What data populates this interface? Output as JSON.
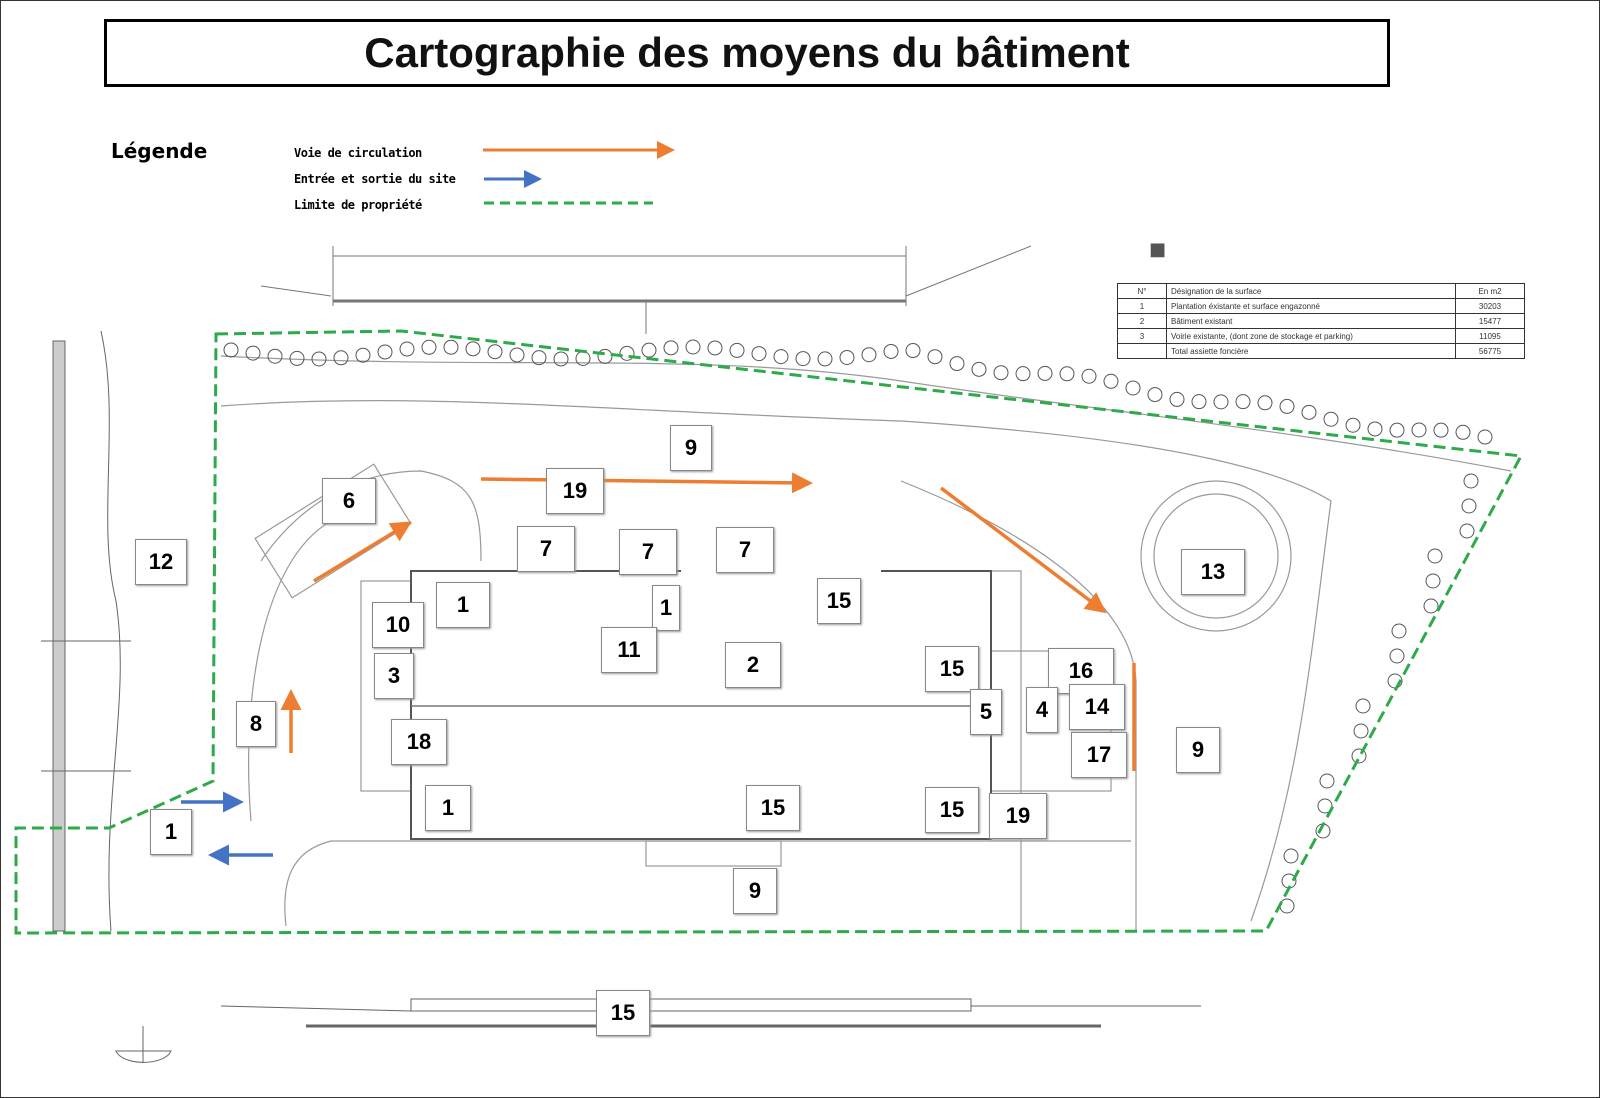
{
  "title": "Cartographie des moyens du bâtiment",
  "legend": {
    "heading": "Légende",
    "items": [
      {
        "label": "Voie de circulation",
        "color": "#ED7D31",
        "style": "arrow"
      },
      {
        "label": "Entrée et sortie du site",
        "color": "#4472C4",
        "style": "arrow"
      },
      {
        "label": "Limite de propriété",
        "color": "#2EAA4A",
        "style": "dashed"
      }
    ]
  },
  "surface_table": {
    "headers": [
      "N°",
      "Désignation de la surface",
      "En m2"
    ],
    "rows": [
      [
        "1",
        "Plantation éxistante et surface engazonné",
        "30203"
      ],
      [
        "2",
        "Bâtiment existant",
        "15477"
      ],
      [
        "3",
        "Voirie existante, (dont zone de stockage et parking)",
        "11095"
      ],
      [
        "",
        "Total assiette foncière",
        "56775"
      ]
    ]
  },
  "zone_labels": [
    "9",
    "19",
    "6",
    "12",
    "7",
    "7",
    "7",
    "13",
    "1",
    "1",
    "15",
    "10",
    "11",
    "2",
    "15",
    "16",
    "3",
    "5",
    "4",
    "14",
    "8",
    "18",
    "17",
    "9",
    "1",
    "15",
    "15",
    "19",
    "1",
    "9",
    "15"
  ]
}
